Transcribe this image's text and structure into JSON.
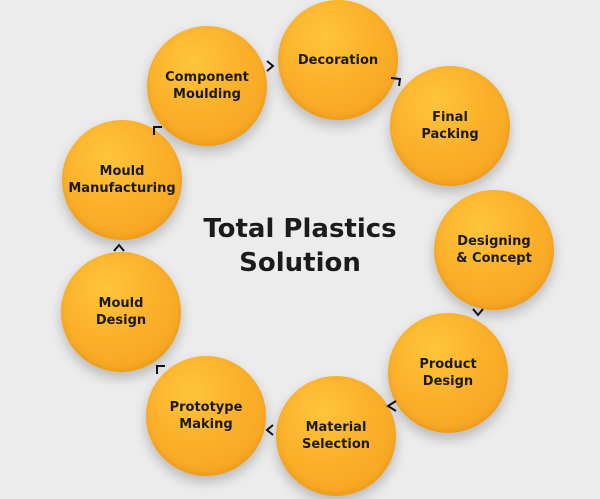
{
  "title": {
    "line1": "Total Plastics",
    "line2": "Solution"
  },
  "nodes": [
    {
      "label": "Component\nMoulding"
    },
    {
      "label": "Decoration"
    },
    {
      "label": "Final\nPacking"
    },
    {
      "label": "Designing\n& Concept"
    },
    {
      "label": "Product\nDesign"
    },
    {
      "label": "Material\nSelection"
    },
    {
      "label": "Prototype\nMaking"
    },
    {
      "label": "Mould\nDesign"
    },
    {
      "label": "Mould\nManufacturing"
    }
  ],
  "colors": {
    "node": "#fbb02a",
    "background": "#ececec",
    "arrow": "#111111",
    "text": "#1a1a1a"
  },
  "arrow_icon": "chevron-icon"
}
